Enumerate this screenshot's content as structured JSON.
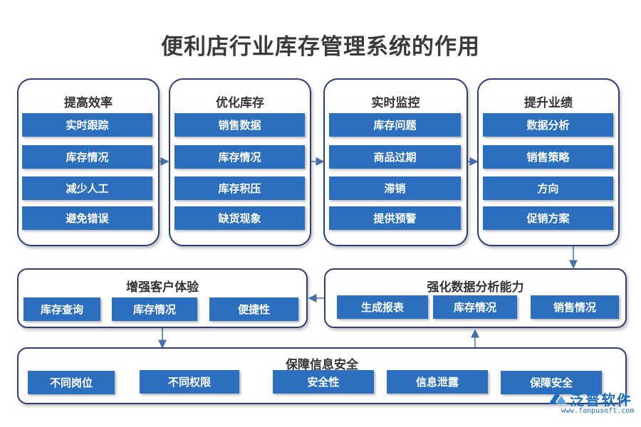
{
  "title": "便利店行业库存管理系统的作用",
  "colors": {
    "panel_border": "#2b3e7a",
    "chip_fill": "#2c6fbf",
    "arrow": "#4a6fa8"
  },
  "top_panels": [
    {
      "title": "提高效率",
      "items": [
        "实时跟踪",
        "库存情况",
        "减少人工",
        "避免错误"
      ]
    },
    {
      "title": "优化库存",
      "items": [
        "销售数据",
        "库存情况",
        "库存积压",
        "缺货现象"
      ]
    },
    {
      "title": "实时监控",
      "items": [
        "库存问题",
        "商品过期",
        "滞销",
        "提供预警"
      ]
    },
    {
      "title": "提升业绩",
      "items": [
        "数据分析",
        "销售策略",
        "方向",
        "促销方案"
      ]
    }
  ],
  "middle_left": {
    "title": "增强客户体验",
    "items": [
      "库存查询",
      "库存情况",
      "便捷性"
    ]
  },
  "middle_right": {
    "title": "强化数据分析能力",
    "items": [
      "生成报表",
      "库存情况",
      "销售情况"
    ]
  },
  "bottom": {
    "title": "保障信息安全",
    "items": [
      "不同岗位",
      "不同权限",
      "安全性",
      "信息泄露",
      "保障安全"
    ]
  },
  "brand": {
    "name": "泛普软件",
    "url": "www.fanpusoft.com",
    "logo_icon": "fanpu-logo-icon"
  }
}
